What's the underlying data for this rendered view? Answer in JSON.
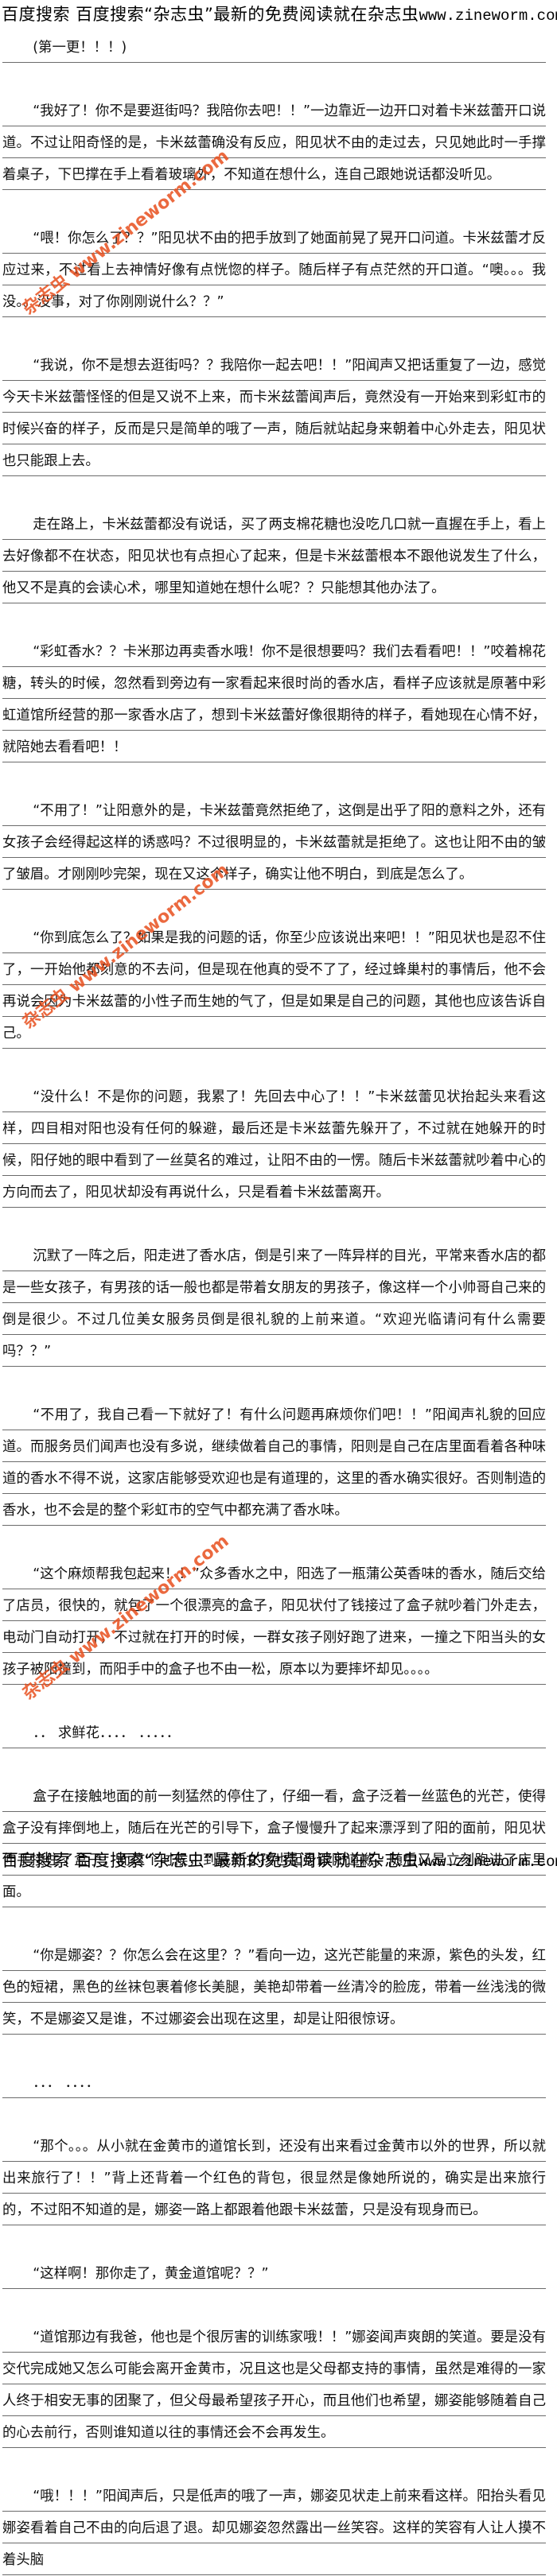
{
  "banner": {
    "prefix": "百度搜索 百度搜索“杂志虫”最新的免费阅读就在杂志虫",
    "url": "www.zineworm.com"
  },
  "watermark": {
    "text_zh": "杂志虫",
    "text_url": " www.zineworm.com",
    "color": "#e8501e"
  },
  "paragraphs": [
    "(第一更！！！)",
    "“我好了！你不是要逛街吗？我陪你去吧！！”一边靠近一边开口对着卡米兹蕾开口说道。不过让阳奇怪的是，卡米兹蕾确没有反应，阳见状不由的走过去，只见她此时一手撑着桌子，下巴撑在手上看着玻璃外，不知道在想什么，连自己跟她说话都没听见。",
    "“喂！你怎么了？？”阳见状不由的把手放到了她面前晃了晃开口问道。卡米兹蕾才反应过来，不过看上去神情好像有点恍惚的样子。随后样子有点茫然的开口道。“噢。。。我没。。没事，对了你刚刚说什么？？”",
    "“我说，你不是想去逛街吗？？我陪你一起去吧！！”阳闻声又把话重复了一边，感觉今天卡米兹蕾怪怪的但是又说不上来，而卡米兹蕾闻声后，竟然没有一开始来到彩虹市的时候兴奋的样子，反而是只是简单的哦了一声，随后就站起身来朝着中心外走去，阳见状也只能跟上去。",
    "走在路上，卡米兹蕾都没有说话，买了两支棉花糖也没吃几口就一直握在手上，看上去好像都不在状态，阳见状也有点担心了起来，但是卡米兹蕾根本不跟他说发生了什么，他又不是真的会读心术，哪里知道她在想什么呢？？只能想其他办法了。",
    "“彩虹香水？？卡米那边再卖香水哦！你不是很想要吗？我们去看看吧！！”咬着棉花糖，转头的时候，忽然看到旁边有一家看起来很时尚的香水店，看样子应该就是原著中彩虹道馆所经营的那一家香水店了，想到卡米兹蕾好像很期待的样子，看她现在心情不好，就陪她去看看吧！！",
    "“不用了！”让阳意外的是，卡米兹蕾竟然拒绝了，这倒是出乎了阳的意料之外，还有女孩子会经得起这样的诱惑吗？不过很明显的，卡米兹蕾就是拒绝了。这也让阳不由的皱了皱眉。才刚刚吵完架，现在又这个样子，确实让他不明白，到底是怎么了。",
    "“你到底怎么了？如果是我的问题的话，你至少应该说出来吧！！”阳见状也是忍不住了，一开始他都刻意的不去问，但是现在他真的受不了了，经过蜂巢村的事情后，他不会再说会因为卡米兹蕾的小性子而生她的气了，但是如果是自己的问题，其他也应该告诉自己。",
    "“没什么！不是你的问题，我累了！先回去中心了！！”卡米兹蕾见状抬起头来看这样，四目相对阳也没有任何的躲避，最后还是卡米兹蕾先躲开了，不过就在她躲开的时候，阳仔她的眼中看到了一丝莫名的难过，让阳不由的一愣。随后卡米兹蕾就吵着中心的方向而去了，阳见状却没有再说什么，只是看着卡米兹蕾离开。",
    "沉默了一阵之后，阳走进了香水店，倒是引来了一阵异样的目光，平常来香水店的都是一些女孩子，有男孩的话一般也都是带着女朋友的男孩子，像这样一个小帅哥自己来的倒是很少。不过几位美女服务员倒是很礼貌的上前来道。“欢迎光临请问有什么需要吗？？”",
    "“不用了，我自己看一下就好了！有什么问题再麻烦你们吧！！”阳闻声礼貌的回应道。而服务员们闻声也没有多说，继续做着自己的事情，阳则是自己在店里面看着各种味道的香水不得不说，这家店能够受欢迎也是有道理的，这里的香水确实很好。否则制造的香水，也不会是的整个彩虹市的空气中都充满了香水味。",
    "“这个麻烦帮我包起来！！”众多香水之中，阳选了一瓶蒲公英香味的香水，随后交给了店员，很快的，就包了一个很漂亮的盒子，阳见状付了钱接过了盒子就吵着门外走去，电动门自动打开，不过就在打开的时候，一群女孩子刚好跑了进来，一撞之下阳当头的女孩子被阳撞到，而阳手中的盒子也不由一松，原本以为要摔坏却见。。。。",
    "．． 求鲜花．．．．  ．．．．．",
    "盒子在接触地面的前一刻猛然的停住了，仔细一看，盒子泛着一丝蓝色的光芒，使得盒子没有摔倒地上，随后在光芒的引导下，盒子慢慢升了起来漂浮到了阳的面前，阳见状伸手接住了盒子，而这个时候，到底的女孩也起身跟阳道歉，随后又是立刻跑进了店里面。",
    "“你是娜姿？？你怎么会在这里？？”看向一边，这光芒能量的来源，紫色的头发，红色的短裙，黑色的丝袜包裹着修长美腿，美艳却带着一丝清冷的脸庞，带着一丝浅浅的微笑，不是娜姿又是谁，不过娜姿会出现在这里，却是让阳很惊讶。",
    "．．． ．．．．",
    "“那个。。。从小就在金黄市的道馆长到，还没有出来看过金黄市以外的世界，所以就出来旅行了！！”背上还背着一个红色的背包，很显然是像她所说的，确实是出来旅行的，不过阳不知道的是，娜姿一路上都跟着他跟卡米兹蕾，只是没有现身而已。",
    "“这样啊！那你走了，黄金道馆呢？？”",
    "“道馆那边有我爸，他也是个很厉害的训练家哦！！”娜姿闻声爽朗的笑道。要是没有交代完成她又怎么可能会离开金黄市，况且这也是父母都支持的事情，虽然是难得的一家人终于相安无事的团聚了，但父母最希望孩子开心，而且他们也希望，娜姿能够随着自己的心去前行，否则谁知道以往的事情还会不会再发生。",
    "“哦！！！”阳闻声后，只是低声的哦了一声，娜姿见状走上前来看这样。阳抬头看见娜姿看着自己不由的向后退了退。却见娜姿忽然露出一丝笑容。这样的笑容有人让人摸不着头脑"
  ]
}
